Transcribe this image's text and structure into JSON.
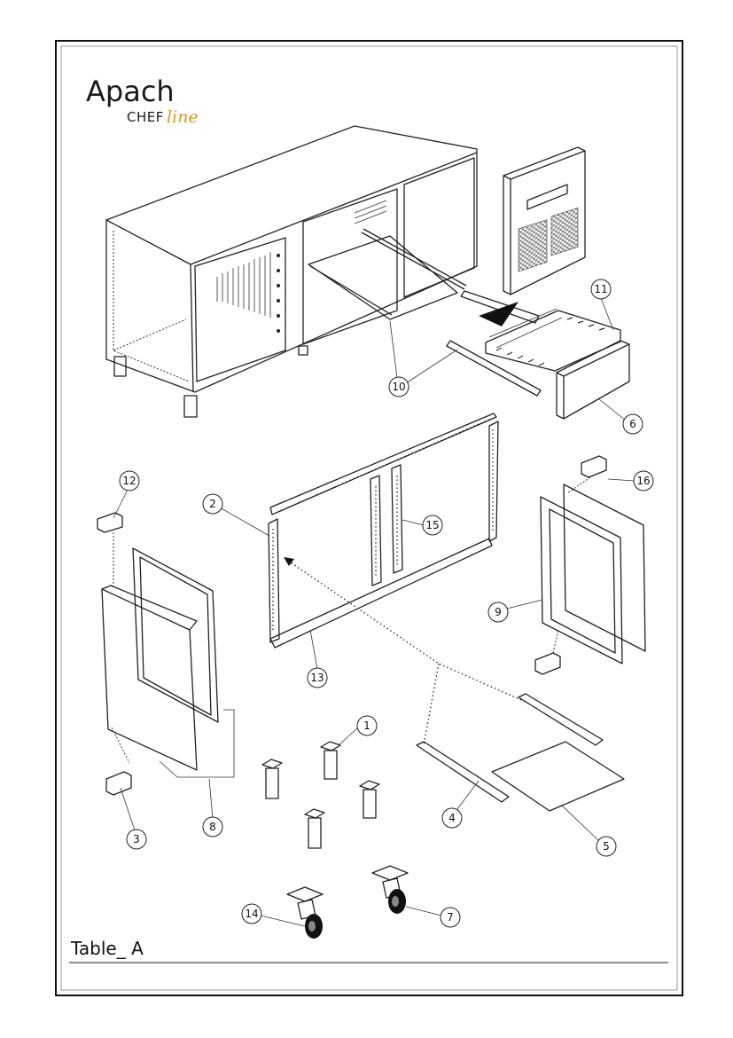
{
  "logo": {
    "brand": "Apach",
    "sub": "CHEF",
    "script": "line"
  },
  "caption": "Table_ A",
  "callouts": [
    {
      "id": "1",
      "label": "1"
    },
    {
      "id": "2",
      "label": "2"
    },
    {
      "id": "3",
      "label": "3"
    },
    {
      "id": "4",
      "label": "4"
    },
    {
      "id": "5",
      "label": "5"
    },
    {
      "id": "6",
      "label": "6"
    },
    {
      "id": "7",
      "label": "7"
    },
    {
      "id": "8",
      "label": "8"
    },
    {
      "id": "9",
      "label": "9"
    },
    {
      "id": "10",
      "label": "10"
    },
    {
      "id": "11",
      "label": "11"
    },
    {
      "id": "12",
      "label": "12"
    },
    {
      "id": "13",
      "label": "13"
    },
    {
      "id": "14",
      "label": "14"
    },
    {
      "id": "15",
      "label": "15"
    },
    {
      "id": "16",
      "label": "16"
    }
  ]
}
